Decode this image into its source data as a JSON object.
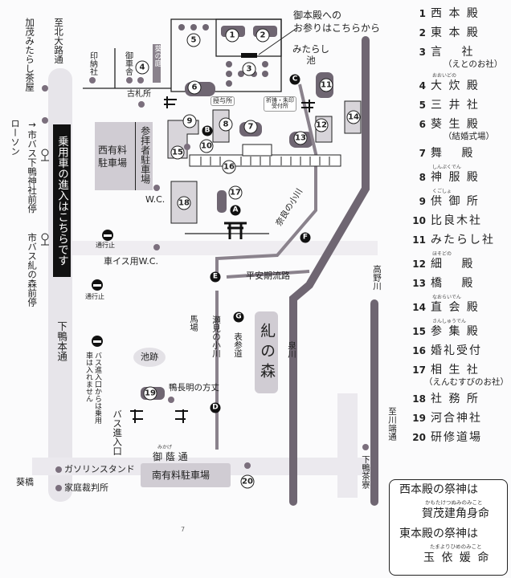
{
  "legend": [
    {
      "num": "1",
      "name": "西 本 殿"
    },
    {
      "num": "2",
      "name": "東 本 殿"
    },
    {
      "num": "3",
      "name": "言　 社",
      "note": "（えとのお社）"
    },
    {
      "num": "4",
      "name": "大 炊 殿",
      "ruby": "おおいどの"
    },
    {
      "num": "5",
      "name": "三 井 社"
    },
    {
      "num": "6",
      "name": "葵 生 殿",
      "note": "（結婚式場）"
    },
    {
      "num": "7",
      "name": "舞　 殿"
    },
    {
      "num": "8",
      "name": "神 服 殿",
      "ruby": "しんぷくでん"
    },
    {
      "num": "9",
      "name": "供 御 所",
      "ruby": "くごしょ"
    },
    {
      "num": "10",
      "name": "比良木社"
    },
    {
      "num": "11",
      "name": "みたらし社"
    },
    {
      "num": "12",
      "name": "細　 殿",
      "ruby": "ほそどの"
    },
    {
      "num": "13",
      "name": "橋　 殿"
    },
    {
      "num": "14",
      "name": "直 会 殿",
      "ruby": "なおらいでん"
    },
    {
      "num": "15",
      "name": "参 集 殿",
      "ruby": "さんしゅうでん"
    },
    {
      "num": "16",
      "name": "婚礼受付"
    },
    {
      "num": "17",
      "name": "相 生 社",
      "note": "（えんむすびのお社）"
    },
    {
      "num": "18",
      "name": "社 務 所"
    },
    {
      "num": "19",
      "name": "河合神社"
    },
    {
      "num": "20",
      "name": "研修道場"
    }
  ],
  "deities": {
    "west_heading": "西本殿の祭神は",
    "west_ruby": "かもたけつぬみのみこと",
    "west_name": "賀茂建角身命",
    "east_heading": "東本殿の祭神は",
    "east_ruby": "たまよりひめのみこと",
    "east_name": "玉 依 媛 命"
  },
  "labels": {
    "honden_note": "御本殿への\nお参りはこちらから",
    "mitarashi_pond": "みたらし\n池",
    "juyosho": "授与所",
    "kitou": "祈祷・朱印\n受付所",
    "aoi_garden": "葵の庭",
    "innosha": "印納社",
    "gosha": "御車舎",
    "kofuda": "古札所",
    "west_parking": "西有料\n駐車場",
    "visitor_parking": "参拝者駐車場",
    "wc": "W.C.",
    "wheelchair_wc": "車イス用W.C.",
    "nara_ogawa": "奈良の小川",
    "heian_stream": "平安期流路",
    "baba": "馬場",
    "semi_ogawa": "瀬見の小川",
    "omotesando": "表参道",
    "tadasu_forest": "糺の森",
    "izumi_river": "泉川",
    "takano_river": "高野川",
    "pond_ruins": "池跡",
    "chomei_hojo": "鴨長明の方丈",
    "bus_entrance": "バス進入口",
    "bus_note": "バス進入口からは乗用車は入れません",
    "mikage_ruby": "みかげ",
    "mikage_street": "御 蔭 通",
    "south_parking": "南有料駐車場",
    "gas_station": "ガソリンスタンド",
    "family_court": "家庭裁判所",
    "aoi_bridge": "葵橋",
    "shimogamo_saryo": "下鴨茶寮",
    "to_kawabata": "至川端通",
    "to_kitaoji": "至北大路通",
    "mitarashi_chaya": "加茂みたらし茶屋",
    "lawson": "ローソン",
    "bus_stop_shrine": "→市バス下鴨神社前停",
    "bus_stop_forest": "市バス糺の森前停",
    "shimogamo_hondori": "下鴨本通",
    "car_entrance": "乗用車の進入はこちらです",
    "no_entry": "通行止",
    "page_mark": "7"
  },
  "points": {
    "A": "A",
    "B": "B",
    "C": "C",
    "D": "D",
    "E": "E",
    "F": "F",
    "G": "G"
  },
  "colors": {
    "dark": "#6f6672",
    "light": "#d8d5da",
    "road": "#e7e5ea",
    "dot": "#7b6f7d"
  }
}
